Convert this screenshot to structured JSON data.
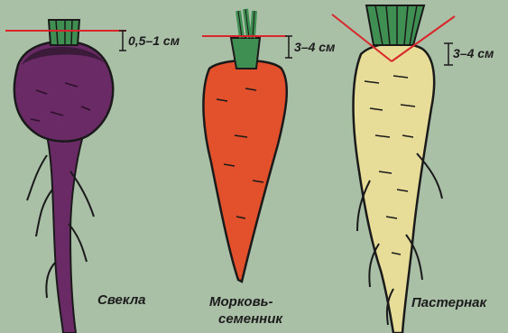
{
  "measurements": {
    "beet": "0,5–1 см",
    "carrot": "3–4 см",
    "parsnip": "3–4 см"
  },
  "captions": {
    "beet": "Свекла",
    "carrot_line1": "Морковь-",
    "carrot_line2": "семенник",
    "parsnip": "Пастернак"
  },
  "colors": {
    "background": "#a9bfa6",
    "beet": "#6a2a66",
    "carrot": "#e2502c",
    "parsnip": "#e7dc98",
    "tops": "#3f8f52",
    "cut_line": "#d8262a"
  }
}
